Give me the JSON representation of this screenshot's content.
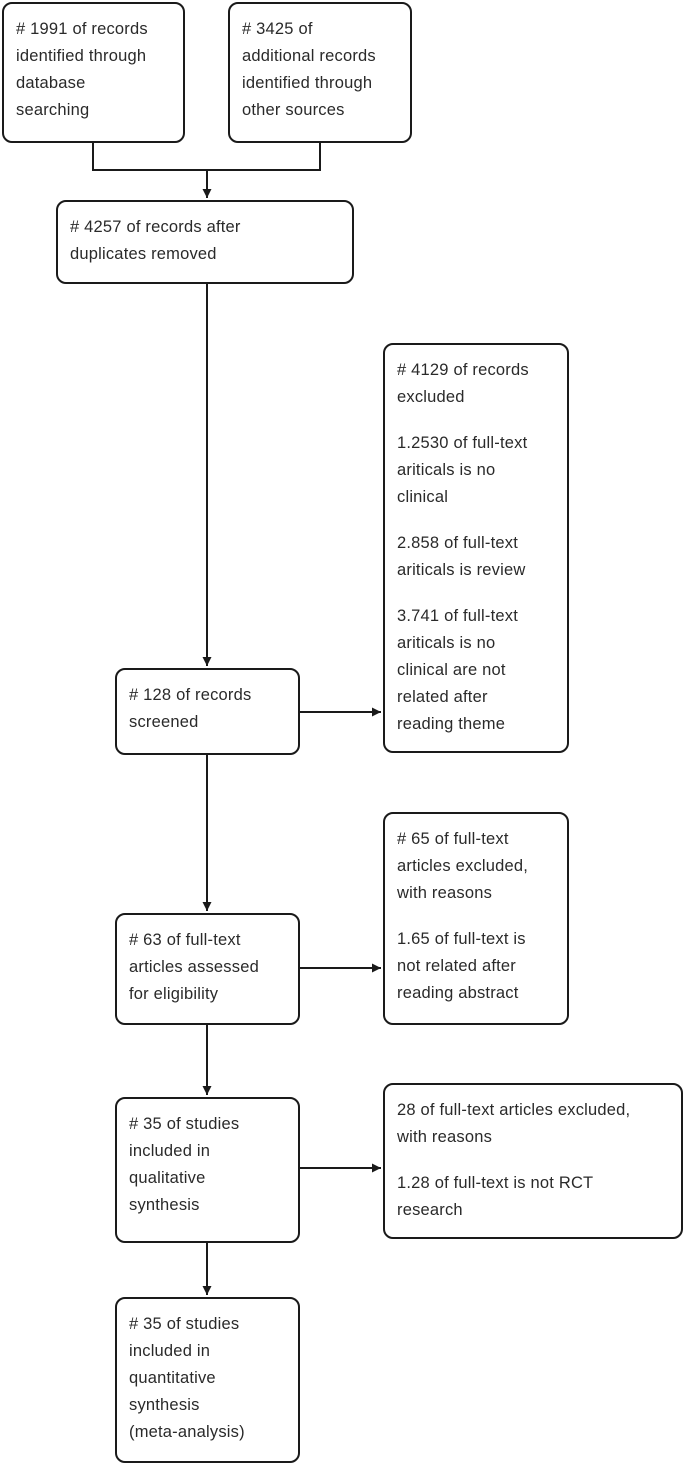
{
  "diagram": {
    "type": "prisma-flowchart",
    "ink_color": "#1a1a1a",
    "background_color": "#ffffff",
    "boxes": {
      "identified_database": {
        "lines": [
          "# 1991 of records",
          "identified through",
          "database",
          "searching"
        ]
      },
      "identified_other": {
        "lines": [
          "# 3425 of",
          "additional records",
          "identified through",
          "other sources"
        ]
      },
      "after_duplicates": {
        "lines": [
          "# 4257 of records after",
          "duplicates removed"
        ]
      },
      "records_excluded": {
        "paragraphs": [
          {
            "lines": [
              "# 4129 of records",
              "excluded"
            ]
          },
          {
            "lines": [
              "1.2530 of full-text",
              "ariticals is no",
              "clinical"
            ]
          },
          {
            "lines": [
              "2.858 of full-text",
              "ariticals is review"
            ]
          },
          {
            "lines": [
              "3.741 of full-text",
              "ariticals is no",
              "clinical are not",
              "related after",
              "reading theme"
            ]
          }
        ]
      },
      "screened": {
        "lines": [
          "# 128 of records",
          "screened"
        ]
      },
      "fulltext_excluded": {
        "paragraphs": [
          {
            "lines": [
              "# 65 of full-text",
              "articles excluded,",
              "with reasons"
            ]
          },
          {
            "lines": [
              "1.65 of full-text is",
              "not related after",
              "reading abstract"
            ]
          }
        ]
      },
      "fulltext_assessed": {
        "lines": [
          "# 63 of full-text",
          "articles assessed",
          "for eligibility"
        ]
      },
      "qualitative": {
        "lines": [
          "# 35 of studies",
          "included in",
          "qualitative",
          "synthesis"
        ]
      },
      "rct_excluded": {
        "paragraphs": [
          {
            "lines": [
              "28 of full-text articles excluded,",
              "with reasons"
            ]
          },
          {
            "lines": [
              "1.28 of full-text is not RCT",
              "research"
            ]
          }
        ]
      },
      "quantitative": {
        "lines": [
          "# 35 of studies",
          "included in",
          "quantitative",
          "synthesis",
          "(meta-analysis)"
        ]
      }
    }
  }
}
